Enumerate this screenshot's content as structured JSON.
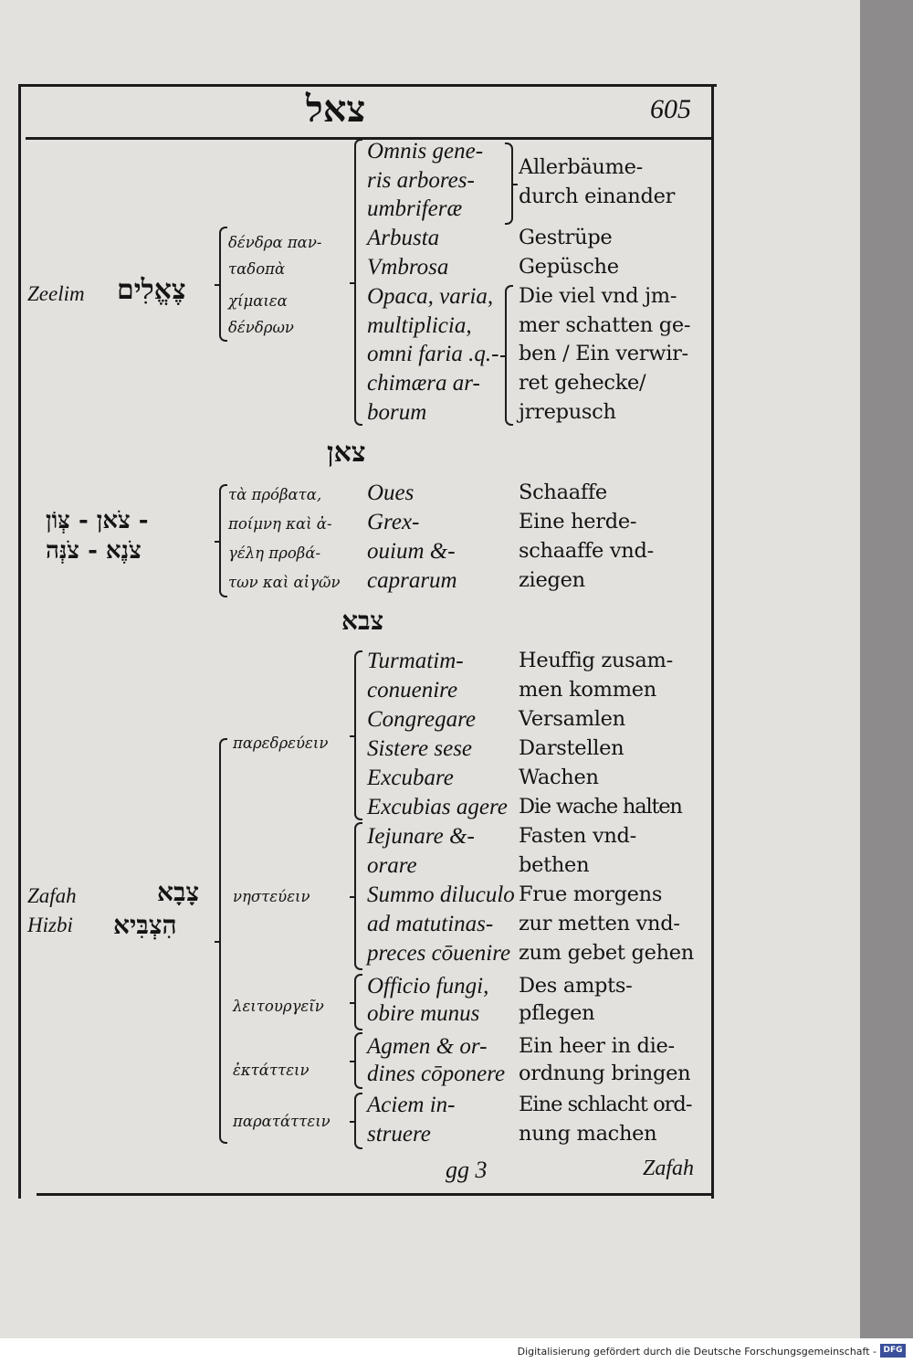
{
  "header": {
    "hebrew_root": "צאל",
    "page_number": "605"
  },
  "section1": {
    "name_latin": "Zeelim",
    "hebrew": "צֶאֱלִים",
    "greek": [
      "δένδρα παν-",
      "ταδοπὰ",
      "χίμαιεα",
      "δένδρων"
    ],
    "latin": [
      "Omnis gene-",
      "ris arbores-",
      "umbriferæ",
      "Arbusta",
      "Vmbrosa",
      "Opaca, varia,",
      "multiplicia,",
      "omni faria .q.-",
      "chimæra ar-",
      "borum"
    ],
    "german": [
      "Allerbäume-",
      "durch einander",
      "Gestrüpe",
      "Gepüsche",
      "Die viel vnd jm-",
      "mer schatten ge-",
      "ben / Ein verwir-",
      "ret gehecke/",
      "jrrepusch"
    ]
  },
  "heading2": "צאן",
  "section2": {
    "hebrew_line1": "צֹאן - צְּוֹן -",
    "hebrew_line2": "צֹנֶא - צֹנְּה",
    "greek": [
      "τὰ πρόβατα,",
      "ποίμνη καὶ ἀ-",
      "γέλη προβά-",
      "των καὶ αἰγῶν"
    ],
    "latin": [
      "Oues",
      "Grex-",
      "ouium &-",
      "caprarum"
    ],
    "german": [
      "Schaaffe",
      "Eine herde-",
      "schaaffe vnd-",
      "ziegen"
    ]
  },
  "heading3": "צבא",
  "section3": {
    "name_latin_1": "Zafah",
    "name_latin_2": "Hizbi",
    "hebrew_line1": "צָבָא",
    "hebrew_line2": "הִצְבִּיא",
    "greek": [
      "παρεδρεύειν",
      "νηστεύειν",
      "λειτουργεῖν",
      "ἐκτάττειν",
      "παρατάττειν"
    ],
    "latin": [
      "Turmatim-",
      "conuenire",
      "Congregare",
      "Sistere sese",
      "Excubare",
      "Excubias agere",
      "Iejunare &-",
      "orare",
      "Summo diluculo",
      "ad matutinas-",
      "preces cōuenire",
      "Officio fungi,",
      "obire munus",
      "Agmen & or-",
      "dines cōponere",
      "Aciem in-",
      "struere"
    ],
    "german": [
      "Heuffig zusam-",
      "men kommen",
      "Versamlen",
      "Darstellen",
      "Wachen",
      "Die wache halten",
      "Fasten vnd-",
      "bethen",
      "Frue morgens",
      "zur metten vnd-",
      "zum gebet gehen",
      "Des ampts-",
      "pflegen",
      "Ein heer in die-",
      "ordnung bringen",
      "Eine schlacht ord-",
      "nung machen"
    ]
  },
  "footer": {
    "signature": "gg 3",
    "catchword": "Zafah"
  },
  "scan_footer": {
    "text": "Digitalisierung gefördert durch die Deutsche Forschungsgemeinschaft -",
    "logo": "DFG"
  }
}
